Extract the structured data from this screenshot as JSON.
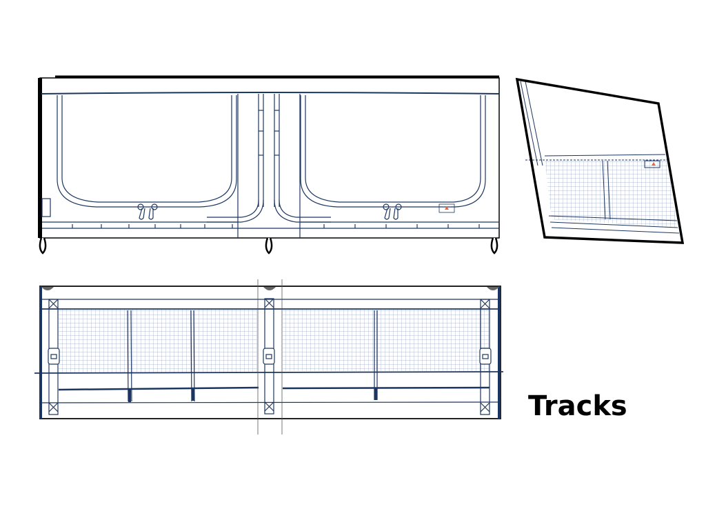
{
  "caption": {
    "label": "Tracks"
  },
  "colors": {
    "ink": "#1c3560",
    "outline": "#000000",
    "warning_tag": "#e8663a",
    "mesh": "#9aa8c2"
  },
  "views": [
    {
      "name": "front-elevation"
    },
    {
      "name": "side-elevation"
    },
    {
      "name": "rear-elevation-with-mesh"
    }
  ]
}
